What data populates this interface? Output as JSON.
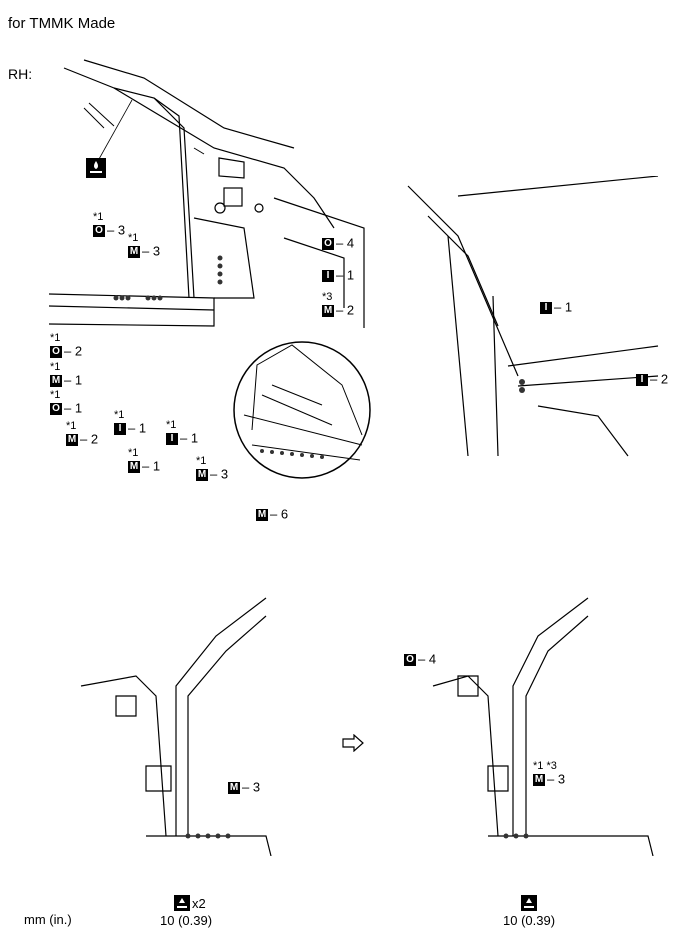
{
  "header": {
    "title": "for TMMK Made",
    "side_label": "RH:"
  },
  "unit_note": "mm (in.)",
  "codes": {
    "O": "O",
    "M": "M",
    "I": "I"
  },
  "callouts": {
    "o3": {
      "sup": "*1",
      "code": "O",
      "text": "– 3"
    },
    "m3a": {
      "sup": "*1",
      "code": "M",
      "text": "– 3"
    },
    "o4": {
      "code": "O",
      "text": "– 4"
    },
    "i1a": {
      "code": "I",
      "text": "– 1"
    },
    "m2a": {
      "sup": "*3",
      "code": "M",
      "text": "– 2"
    },
    "o2": {
      "sup": "*1",
      "code": "O",
      "text": "– 2"
    },
    "m1a": {
      "sup": "*1",
      "code": "M",
      "text": "– 1"
    },
    "o1": {
      "sup": "*1",
      "code": "O",
      "text": "– 1"
    },
    "m2b": {
      "sup": "*1",
      "code": "M",
      "text": "– 2"
    },
    "i1b": {
      "sup": "*1",
      "code": "I",
      "text": "– 1"
    },
    "m1b": {
      "sup": "*1",
      "code": "M",
      "text": "– 1"
    },
    "i1c": {
      "sup": "*1",
      "code": "I",
      "text": "– 1"
    },
    "m3b": {
      "sup": "*1",
      "code": "M",
      "text": "– 3"
    },
    "m6": {
      "code": "M",
      "text": "– 6"
    },
    "i1d": {
      "code": "I",
      "text": "– 1"
    },
    "i2": {
      "code": "I",
      "text": "– 2"
    },
    "m3c": {
      "code": "M",
      "text": "– 3"
    },
    "o4b": {
      "code": "O",
      "text": "– 4"
    },
    "m3d": {
      "sup": "*1  *3",
      "code": "M",
      "text": "– 3"
    }
  },
  "weld_spec_left": {
    "multiplier": "x2",
    "value": "10 (0.39)"
  },
  "weld_spec_right": {
    "value": "10 (0.39)"
  }
}
